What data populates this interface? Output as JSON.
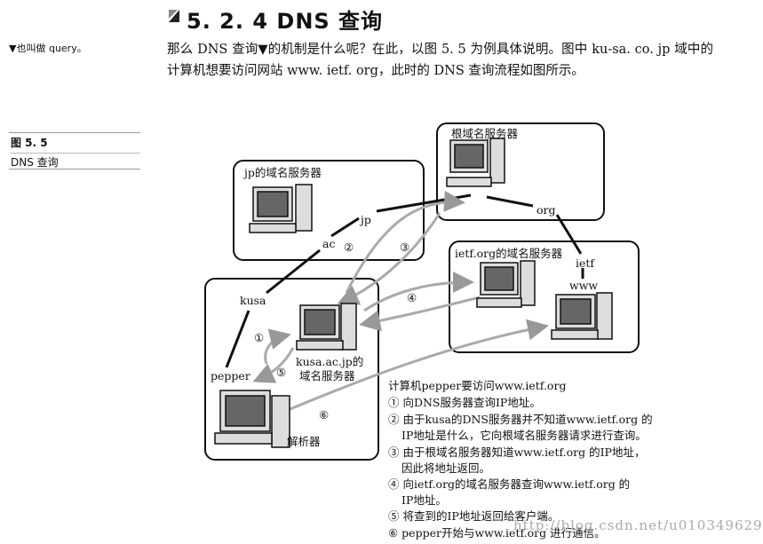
{
  "header": {
    "title": "5. 2. 4   DNS 查询"
  },
  "side_note": "▼也叫做 query。",
  "paragraph": "那么 DNS 查询▼的机制是什么呢？在此，以图 5. 5 为例具体说明。图中 ku-sa. co. jp 域中的计算机想要访问网站 www. ietf. org，此时的 DNS 查询流程如图所示。",
  "figure": {
    "number": "图 5. 5",
    "caption": "DNS 查询",
    "labels": {
      "root": "根域名服务器",
      "jp_server": "jp的域名服务器",
      "ietf_server": "ietf.org的域名服务器",
      "org": "org",
      "jp": "jp",
      "ac": "ac",
      "kusa": "kusa",
      "ietf": "ietf",
      "www": "www",
      "pepper": "pepper",
      "kusa_server_1": "kusa.ac.jp的",
      "kusa_server_2": "域名服务器",
      "resolver": "解析器",
      "n1": "①",
      "n2": "②",
      "n3": "③",
      "n4": "④",
      "n5": "⑤",
      "n6": "⑥"
    },
    "steps_title": "计算机pepper要访问www.ietf.org",
    "steps": [
      "① 向DNS服务器查询IP地址。",
      "② 由于kusa的DNS服务器并不知道www.ietf.org 的",
      "IP地址是什么，它向根域名服务器请求进行查询。",
      "③ 由于根域名服务器知道www.ietf.org 的IP地址，",
      "因此将地址返回。",
      "④ 向ietf.org的域名服务器查询www.ietf.org 的",
      "IP地址。",
      "⑤ 将查到的IP地址返回给客户端。",
      "⑥ pepper开始与www.ietf.org 进行通信。"
    ]
  },
  "watermark": "http://blog.csdn.net/u010349629"
}
